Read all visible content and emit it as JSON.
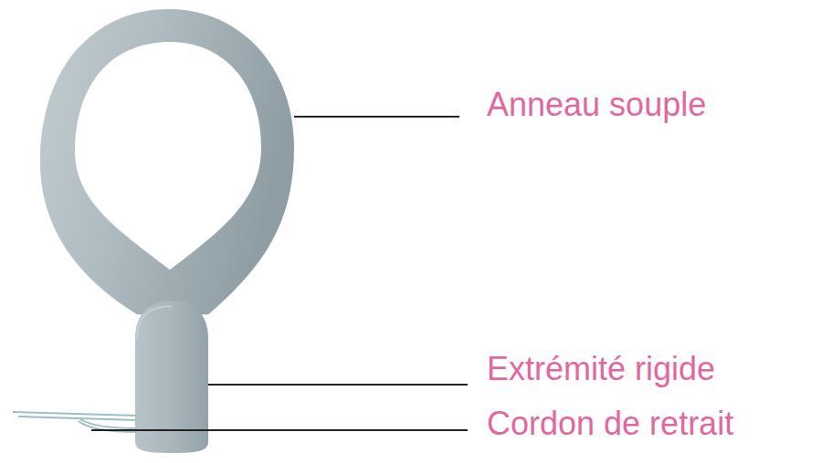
{
  "diagram": {
    "labels": [
      "Anneau souple",
      "Extrémité rigide",
      "Cordon de retrait"
    ]
  }
}
